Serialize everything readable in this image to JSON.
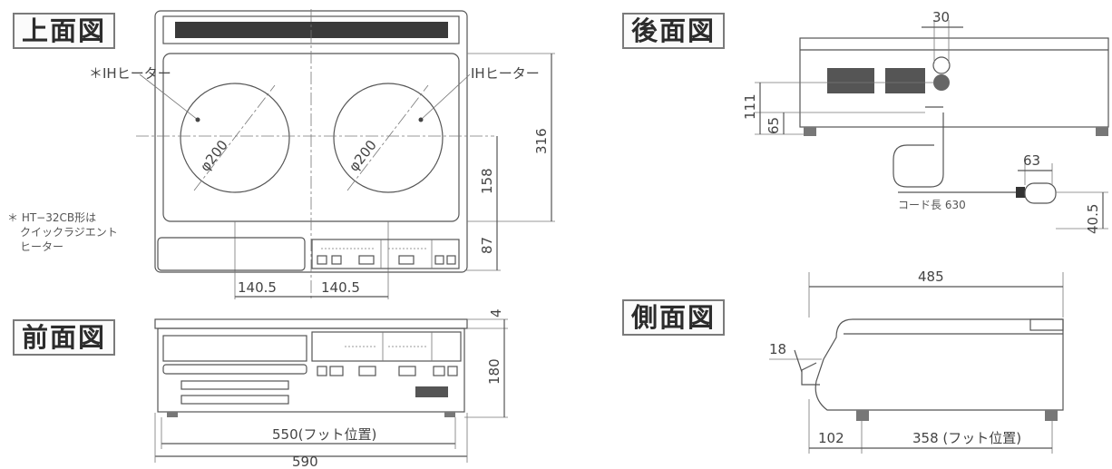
{
  "views": {
    "top": "上面図",
    "front": "前面図",
    "rear": "後面図",
    "side": "側面図"
  },
  "top_view": {
    "heater_left": "＊IHヒーター",
    "heater_right": "IHヒーター",
    "diameter_left": "φ200",
    "diameter_right": "φ200",
    "note_line1": "＊ HT−32CB形は",
    "note_line2": "クイックラジエント",
    "note_line3": "ヒーター",
    "dim_depth": "316",
    "dim_center": "158",
    "dim_panel": "87",
    "dim_offset_left": "140.5",
    "dim_offset_right": "140.5"
  },
  "front_view": {
    "dim_top": "4",
    "dim_height": "180",
    "dim_foot": "550(フット位置)",
    "dim_width": "590"
  },
  "rear_view": {
    "dim_30": "30",
    "dim_111": "111",
    "dim_65": "65",
    "dim_63": "63",
    "dim_405": "40.5",
    "cord": "コード長 630"
  },
  "side_view": {
    "dim_485": "485",
    "dim_18": "18",
    "dim_102": "102",
    "dim_358": "358 (フット位置)"
  }
}
